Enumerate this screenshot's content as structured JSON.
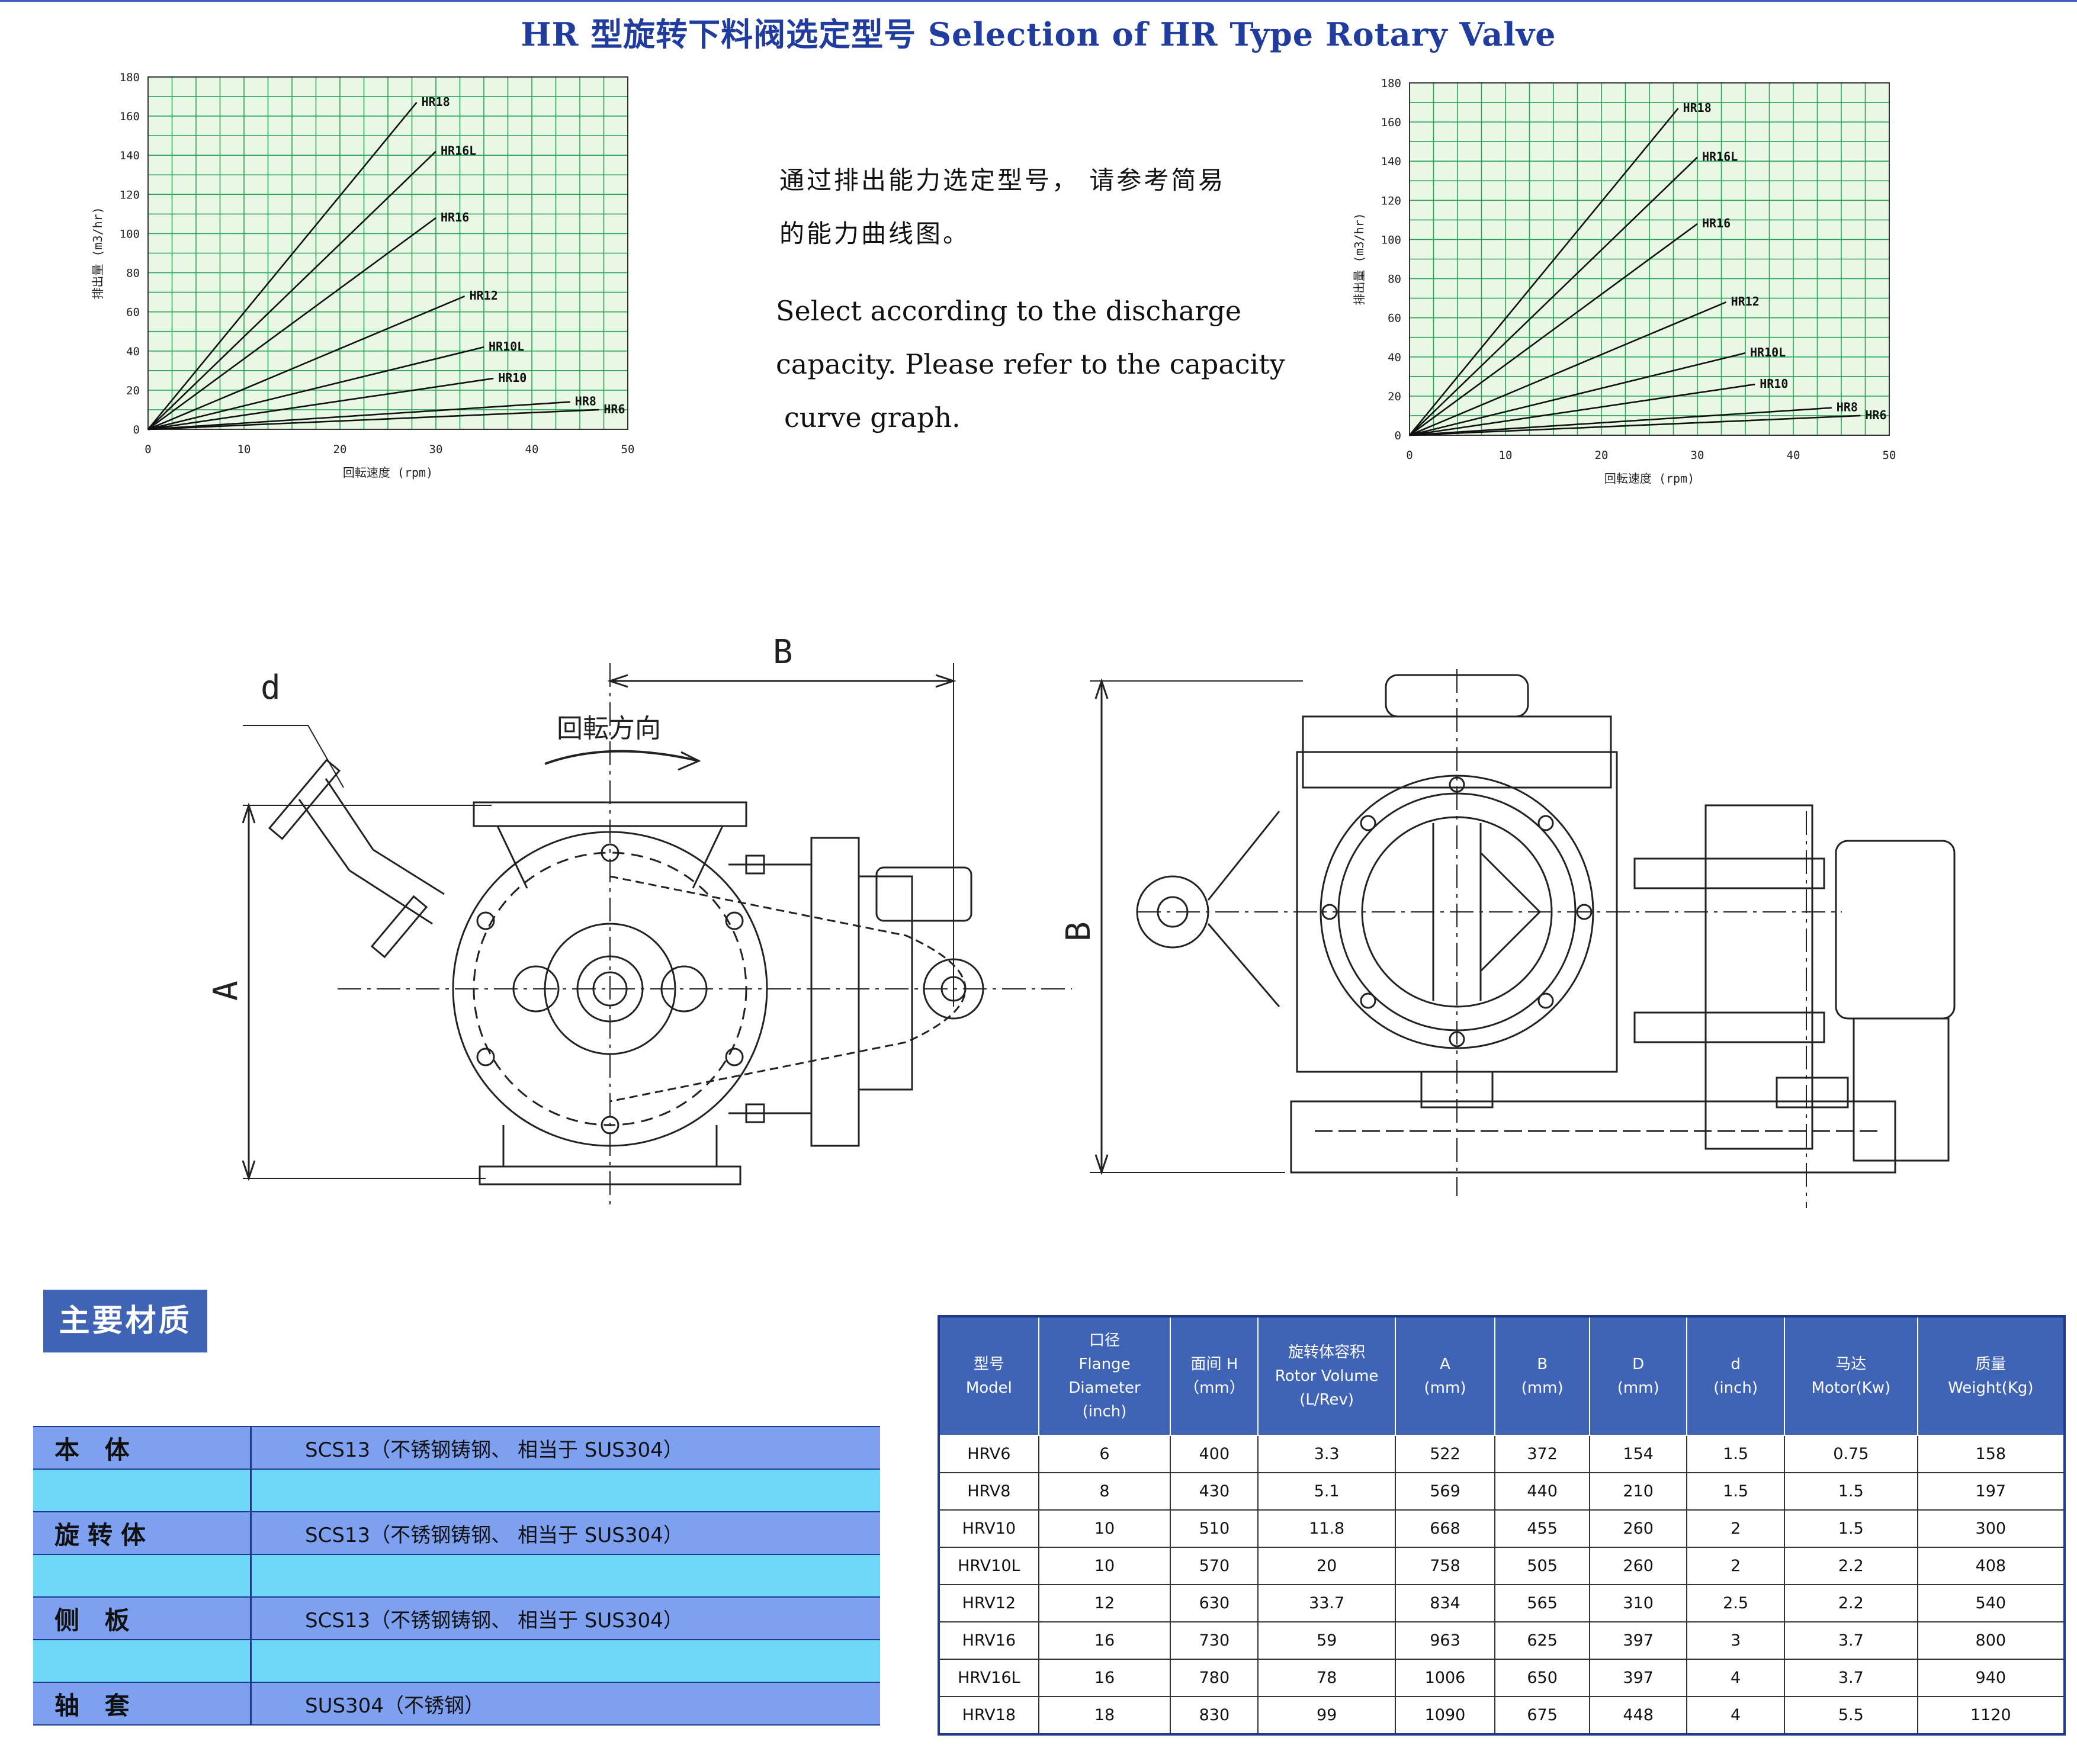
{
  "page": {
    "title": "HR 型旋转下料阀选定型号 Selection of HR Type Rotary Valve"
  },
  "description": {
    "zh_line1": "通过排出能力选定型号， 请参考简易",
    "zh_line2": "的能力曲线图。",
    "en_line1": "Select according to the discharge",
    "en_line2": "capacity. Please refer to the capacity",
    "en_line3": " curve graph."
  },
  "chart_data": [
    {
      "type": "line",
      "title": "",
      "xlabel": "回転速度 (rpm)",
      "ylabel": "排出量 (m3/hr)",
      "xlim": [
        0,
        50
      ],
      "ylim": [
        0,
        180
      ],
      "x_ticks": [
        "0",
        "10",
        "20",
        "30",
        "40",
        "50"
      ],
      "y_ticks": [
        "0",
        "20",
        "40",
        "60",
        "80",
        "100",
        "120",
        "140",
        "160",
        "180"
      ],
      "grid": true,
      "background": "#e9f8e4",
      "series": [
        {
          "name": "HR18",
          "x": [
            0,
            28
          ],
          "y": [
            0,
            167
          ]
        },
        {
          "name": "HR16L",
          "x": [
            0,
            30
          ],
          "y": [
            0,
            142
          ]
        },
        {
          "name": "HR16",
          "x": [
            0,
            30
          ],
          "y": [
            0,
            108
          ]
        },
        {
          "name": "HR12",
          "x": [
            0,
            33
          ],
          "y": [
            0,
            68
          ]
        },
        {
          "name": "HR10L",
          "x": [
            0,
            35
          ],
          "y": [
            0,
            42
          ]
        },
        {
          "name": "HR10",
          "x": [
            0,
            36
          ],
          "y": [
            0,
            26
          ]
        },
        {
          "name": "HR8",
          "x": [
            0,
            44
          ],
          "y": [
            0,
            14
          ]
        },
        {
          "name": "HR6",
          "x": [
            0,
            47
          ],
          "y": [
            0,
            10
          ]
        }
      ]
    },
    {
      "type": "line",
      "title": "",
      "xlabel": "回転速度 (rpm)",
      "ylabel": "排出量 (m3/hr)",
      "xlim": [
        0,
        50
      ],
      "ylim": [
        0,
        180
      ],
      "x_ticks": [
        "0",
        "10",
        "20",
        "30",
        "40",
        "50"
      ],
      "y_ticks": [
        "0",
        "20",
        "40",
        "60",
        "80",
        "100",
        "120",
        "140",
        "160",
        "180"
      ],
      "grid": true,
      "background": "#e9f8e4",
      "series": [
        {
          "name": "HR18",
          "x": [
            0,
            28
          ],
          "y": [
            0,
            167
          ]
        },
        {
          "name": "HR16L",
          "x": [
            0,
            30
          ],
          "y": [
            0,
            142
          ]
        },
        {
          "name": "HR16",
          "x": [
            0,
            30
          ],
          "y": [
            0,
            108
          ]
        },
        {
          "name": "HR12",
          "x": [
            0,
            33
          ],
          "y": [
            0,
            68
          ]
        },
        {
          "name": "HR10L",
          "x": [
            0,
            35
          ],
          "y": [
            0,
            42
          ]
        },
        {
          "name": "HR10",
          "x": [
            0,
            36
          ],
          "y": [
            0,
            26
          ]
        },
        {
          "name": "HR8",
          "x": [
            0,
            44
          ],
          "y": [
            0,
            14
          ]
        },
        {
          "name": "HR6",
          "x": [
            0,
            47
          ],
          "y": [
            0,
            10
          ]
        }
      ]
    }
  ],
  "drawing": {
    "label_d": "d",
    "label_B_left": "B",
    "label_A": "A",
    "label_rotation": "回転方向",
    "label_B_right": "B"
  },
  "materials": {
    "title": "主要材质",
    "rows": [
      {
        "part": "本 体",
        "material": "SCS13（不锈钢铸钢、 相当于 SUS304）"
      },
      {
        "part": "",
        "material": ""
      },
      {
        "part": "旋转体",
        "material": "SCS13（不锈钢铸钢、 相当于 SUS304）"
      },
      {
        "part": "",
        "material": ""
      },
      {
        "part": "侧 板",
        "material": "SCS13（不锈钢铸钢、 相当于 SUS304）"
      },
      {
        "part": "",
        "material": ""
      },
      {
        "part": "轴 套",
        "material": "SUS304（不锈钢）"
      }
    ]
  },
  "spec_table": {
    "headers": [
      [
        "型号",
        "Model"
      ],
      [
        "口径",
        "Flange Diameter",
        "(inch)"
      ],
      [
        "面间 H",
        "（mm）"
      ],
      [
        "旋转体容积",
        "Rotor Volume",
        "(L/Rev)"
      ],
      [
        "A",
        "(mm)"
      ],
      [
        "B",
        "(mm)"
      ],
      [
        "D",
        "(mm)"
      ],
      [
        "d",
        "(inch)"
      ],
      [
        "马达",
        "Motor(Kw)"
      ],
      [
        "质量",
        "Weight(Kg)"
      ]
    ],
    "rows": [
      [
        "HRV6",
        "6",
        "400",
        "3.3",
        "522",
        "372",
        "154",
        "1.5",
        "0.75",
        "158"
      ],
      [
        "HRV8",
        "8",
        "430",
        "5.1",
        "569",
        "440",
        "210",
        "1.5",
        "1.5",
        "197"
      ],
      [
        "HRV10",
        "10",
        "510",
        "11.8",
        "668",
        "455",
        "260",
        "2",
        "1.5",
        "300"
      ],
      [
        "HRV10L",
        "10",
        "570",
        "20",
        "758",
        "505",
        "260",
        "2",
        "2.2",
        "408"
      ],
      [
        "HRV12",
        "12",
        "630",
        "33.7",
        "834",
        "565",
        "310",
        "2.5",
        "2.2",
        "540"
      ],
      [
        "HRV16",
        "16",
        "730",
        "59",
        "963",
        "625",
        "397",
        "3",
        "3.7",
        "800"
      ],
      [
        "HRV16L",
        "16",
        "780",
        "78",
        "1006",
        "650",
        "397",
        "4",
        "3.7",
        "940"
      ],
      [
        "HRV18",
        "18",
        "830",
        "99",
        "1090",
        "675",
        "448",
        "4",
        "5.5",
        "1120"
      ]
    ]
  }
}
